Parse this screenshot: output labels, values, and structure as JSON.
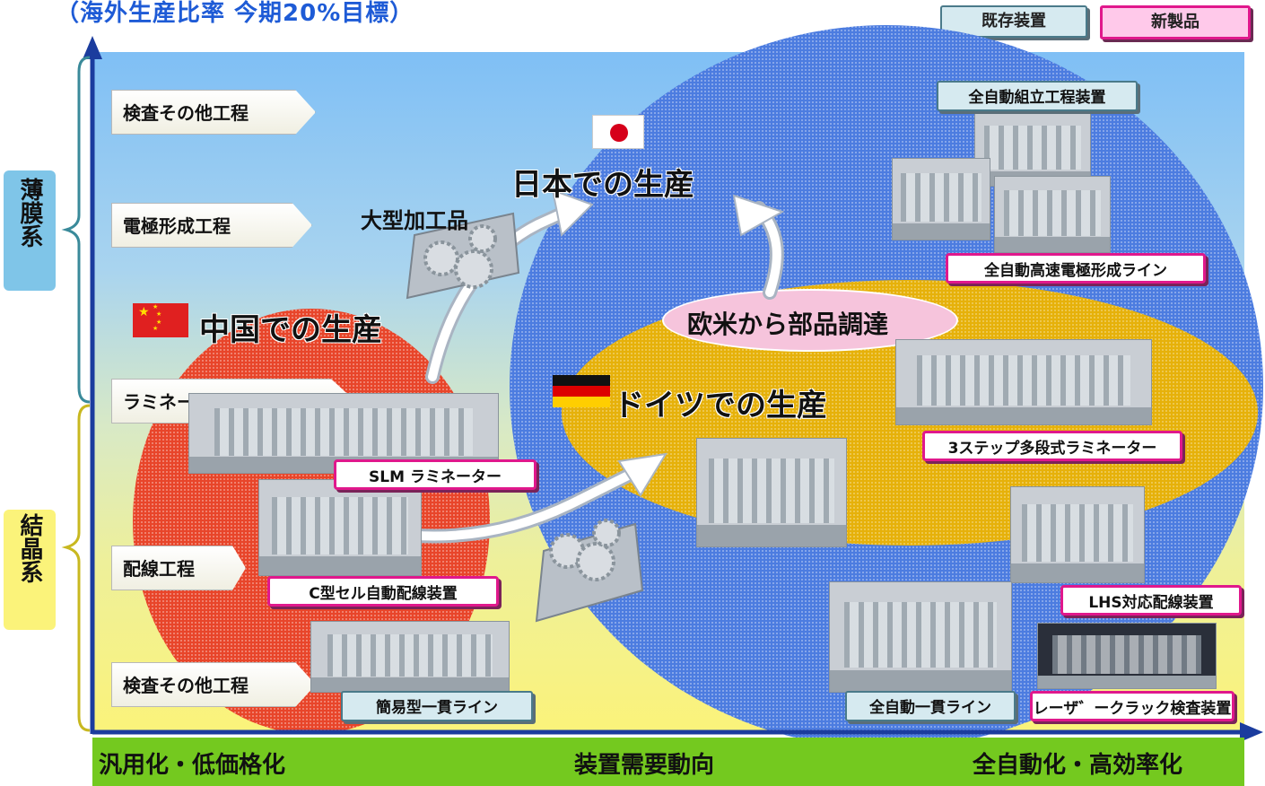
{
  "header": {
    "title": "（海外生産比率 今期20%目標）"
  },
  "legend": {
    "existing": "既存装置",
    "new": "新製品"
  },
  "categories": {
    "thin_film": "薄膜系",
    "crystalline": "結晶系"
  },
  "processes": {
    "thin_inspection": "検査その他工程",
    "thin_electrode": "電極形成工程",
    "lamination": "ラミネーション工程",
    "wiring": "配線工程",
    "cryst_inspection": "検査その他工程"
  },
  "regions": {
    "japan": "日本での生産",
    "china": "中国での生産",
    "germany": "ドイツでの生産",
    "procurement": "欧米から部品調達",
    "large_parts": "大型加工品"
  },
  "equipment": {
    "auto_assembly": "全自動組立工程装置",
    "auto_electrode": "全自動高速電極形成ライン",
    "three_step_laminator": "3ステップ多段式ラミネーター",
    "slm_laminator": "SLM ラミネーター",
    "c_type_wiring": "C型セル自動配線装置",
    "lhs_wiring": "LHS対応配線装置",
    "simple_line": "簡易型一貫ライン",
    "full_auto_line": "全自動一貫ライン",
    "laser_crack": "レーザ゛ークラック検査装置"
  },
  "bottom_axis": {
    "left": "汎用化・低価格化",
    "center": "装置需要動向",
    "right": "全自動化・高効率化"
  },
  "colors": {
    "title": "#1e5bd6",
    "china": "#e8452a",
    "japan": "#4c7ce0",
    "germany": "#e6b10a",
    "new_border": "#e0188c",
    "bottom_bar": "#74c91f"
  }
}
